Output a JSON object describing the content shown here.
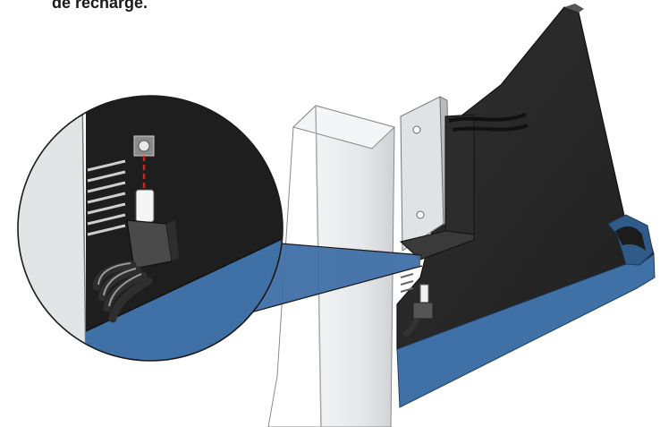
{
  "caption": {
    "text": "de recharge."
  },
  "colors": {
    "panel": "#2a2a2a",
    "blue_edge": "#3f70a6",
    "blue_edge_dark": "#2f5a8a",
    "post": "#e7e8ea",
    "post_shadow": "#c8cacd",
    "bracket": "#dcdde0",
    "callout_stroke": "#2a2a2a",
    "plug": "#4a4a4a",
    "cable": "#2e2e2e",
    "dashed_guide": "#d62020"
  },
  "icons": {
    "panel": "display-panel-illustration",
    "post": "vertical-post-illustration",
    "bracket": "mounting-bracket-illustration",
    "callout": "magnified-detail-callout",
    "connector": "charging-port-connector",
    "plug": "power-plug-illustration"
  }
}
